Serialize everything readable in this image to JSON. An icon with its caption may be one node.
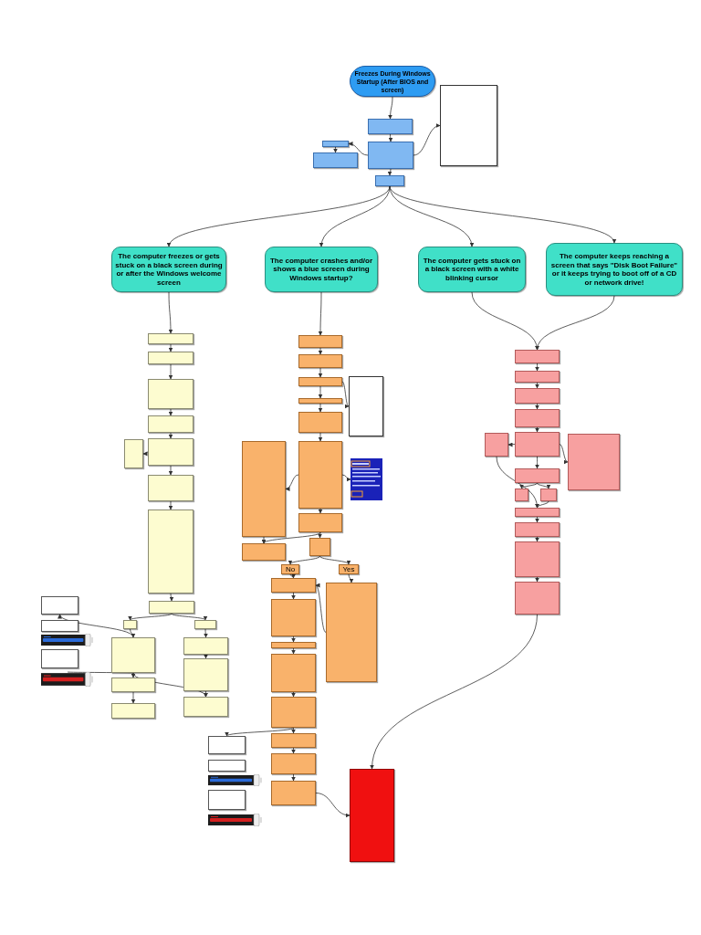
{
  "diagram": {
    "nodes": [
      {
        "text": [
          "Freezes During Windows Startup (After BIOS and screen)"
        ]
      },
      {
        "text": [],
        "shape": "box"
      },
      {
        "text": [],
        "shape": "box"
      },
      {
        "text": [],
        "shape": "box"
      },
      {
        "text": [],
        "shape": "box"
      },
      {
        "text": [],
        "shape": "box"
      },
      {
        "text": [],
        "shape": "box"
      },
      {
        "text": [
          "The computer freezes or gets stuck on a black screen during or after the Windows welcome screen"
        ]
      },
      {
        "text": [
          "The computer crashes and/or shows a blue screen during Windows startup?"
        ]
      },
      {
        "text": [
          "The computer gets stuck on a black screen with a white blinking cursor"
        ]
      },
      {
        "text": [
          "The computer keeps reaching a screen that says \"Disk Boot Failure\" or it keeps trying to boot off of a CD or network drive!"
        ]
      },
      {
        "text": [],
        "shape": "box"
      },
      {
        "text": [],
        "shape": "box"
      },
      {
        "text": [],
        "shape": "box"
      },
      {
        "text": [],
        "shape": "box"
      },
      {
        "text": [],
        "shape": "box"
      },
      {
        "text": [],
        "shape": "box"
      },
      {
        "text": [],
        "shape": "box"
      },
      {
        "text": [],
        "shape": "box"
      },
      {
        "text": [],
        "shape": "box"
      },
      {
        "text": [],
        "shape": "box"
      },
      {
        "text": [],
        "shape": "box"
      },
      {
        "text": [],
        "shape": "box"
      },
      {
        "text": [],
        "shape": "box"
      },
      {
        "text": [],
        "shape": "box"
      },
      {
        "text": [],
        "shape": "box"
      },
      {
        "text": [],
        "shape": "box"
      },
      {
        "text": [],
        "shape": "box"
      },
      {
        "text": [],
        "shape": "box"
      },
      {
        "text": [],
        "shape": "box"
      },
      {
        "text": [],
        "shape": "picture"
      },
      {
        "text": [],
        "shape": "box"
      },
      {
        "text": [],
        "shape": "picture"
      },
      {
        "text": [],
        "shape": "box"
      },
      {
        "text": [],
        "shape": "box"
      },
      {
        "text": [],
        "shape": "box"
      },
      {
        "text": [],
        "shape": "box"
      },
      {
        "text": [],
        "shape": "box"
      },
      {
        "text": [],
        "shape": "box"
      },
      {
        "text": [],
        "shape": "box"
      },
      {
        "text": [],
        "shape": "box"
      },
      {
        "text": [],
        "shape": "picture"
      },
      {
        "text": [],
        "shape": "box"
      },
      {
        "text": [],
        "shape": "box"
      },
      {
        "text": [],
        "shape": "box"
      },
      {
        "text": [
          "No"
        ]
      },
      {
        "text": [
          "Yes"
        ]
      },
      {
        "text": [],
        "shape": "box"
      },
      {
        "text": [],
        "shape": "box"
      },
      {
        "text": [],
        "shape": "box"
      },
      {
        "text": [],
        "shape": "box"
      },
      {
        "text": [],
        "shape": "box"
      },
      {
        "text": [],
        "shape": "box"
      },
      {
        "text": [],
        "shape": "box"
      },
      {
        "text": [],
        "shape": "box"
      },
      {
        "text": [],
        "shape": "box"
      },
      {
        "text": [],
        "shape": "box"
      },
      {
        "text": [],
        "shape": "box"
      },
      {
        "text": [],
        "shape": "picture"
      },
      {
        "text": [],
        "shape": "box"
      },
      {
        "text": [],
        "shape": "picture"
      },
      {
        "text": [],
        "shape": "box"
      },
      {
        "text": [],
        "shape": "box"
      },
      {
        "text": [],
        "shape": "box"
      },
      {
        "text": [],
        "shape": "box"
      },
      {
        "text": [],
        "shape": "box"
      },
      {
        "text": [],
        "shape": "box"
      },
      {
        "text": [],
        "shape": "box"
      },
      {
        "text": [],
        "shape": "box"
      },
      {
        "text": [],
        "shape": "box"
      },
      {
        "text": [],
        "shape": "box"
      },
      {
        "text": [],
        "shape": "box"
      },
      {
        "text": [],
        "shape": "box"
      },
      {
        "text": [],
        "shape": "box"
      },
      {
        "text": [],
        "shape": "box"
      },
      {
        "text": [],
        "shape": "box"
      }
    ],
    "edges": [
      {
        "from": 0,
        "to": 2,
        "arrow": "to"
      },
      {
        "from": 2,
        "to": 3,
        "arrow": "to"
      },
      {
        "from": 3,
        "to": 4,
        "arrow": "to"
      },
      {
        "from": 4,
        "to": 5,
        "arrow": "to"
      },
      {
        "from": 3,
        "to": 1,
        "arrow": "to"
      },
      {
        "from": 3,
        "to": 6,
        "arrow": "to"
      },
      {
        "from": 6,
        "to": 7,
        "arrow": "to"
      },
      {
        "from": 6,
        "to": 8,
        "arrow": "to"
      },
      {
        "from": 6,
        "to": 9,
        "arrow": "to"
      },
      {
        "from": 6,
        "to": 10,
        "arrow": "to"
      },
      {
        "from": 7,
        "to": 11,
        "arrow": "to"
      },
      {
        "from": 11,
        "to": 12,
        "arrow": "to"
      },
      {
        "from": 12,
        "to": 13,
        "arrow": "to"
      },
      {
        "from": 13,
        "to": 14,
        "arrow": "to"
      },
      {
        "from": 14,
        "to": 15,
        "arrow": "to"
      },
      {
        "from": 15,
        "to": 16,
        "arrow": "to"
      },
      {
        "from": 15,
        "to": 17,
        "arrow": "to"
      },
      {
        "from": 17,
        "to": 18,
        "arrow": "to"
      },
      {
        "from": 18,
        "to": 19,
        "arrow": "to"
      },
      {
        "from": 19,
        "to": 20,
        "arrow": "to"
      },
      {
        "from": 19,
        "to": 21,
        "arrow": "to"
      },
      {
        "from": 20,
        "to": 22,
        "arrow": "to"
      },
      {
        "from": 22,
        "to": 23,
        "arrow": "to"
      },
      {
        "from": 23,
        "to": 24,
        "arrow": "to"
      },
      {
        "from": 21,
        "to": 25,
        "arrow": "to"
      },
      {
        "from": 25,
        "to": 26,
        "arrow": "to"
      },
      {
        "from": 26,
        "to": 27,
        "arrow": "to"
      },
      {
        "from": 22,
        "to": 28,
        "arrow": "to"
      },
      {
        "from": 32,
        "to": 22,
        "arrow": "to"
      },
      {
        "from": 22,
        "to": 27,
        "arrow": "to"
      },
      {
        "from": 8,
        "to": 33,
        "arrow": "to"
      },
      {
        "from": 33,
        "to": 34,
        "arrow": "to"
      },
      {
        "from": 34,
        "to": 35,
        "arrow": "to"
      },
      {
        "from": 35,
        "to": 36,
        "arrow": "to"
      },
      {
        "from": 35,
        "to": 37,
        "arrow": "to"
      },
      {
        "from": 37,
        "to": 38,
        "arrow": "to"
      },
      {
        "from": 38,
        "to": 39,
        "arrow": "to"
      },
      {
        "from": 39,
        "to": 40,
        "arrow": "to"
      },
      {
        "from": 39,
        "to": 41,
        "arrow": "to"
      },
      {
        "from": 39,
        "to": 42,
        "arrow": "to"
      },
      {
        "from": 40,
        "to": 43,
        "arrow": "to"
      },
      {
        "from": 42,
        "to": 43,
        "arrow": "to"
      },
      {
        "from": 42,
        "to": 44,
        "arrow": "to"
      },
      {
        "from": 44,
        "to": 45,
        "arrow": "to"
      },
      {
        "from": 44,
        "to": 46,
        "arrow": "to"
      },
      {
        "from": 45,
        "to": 47,
        "arrow": "to"
      },
      {
        "from": 46,
        "to": 48,
        "arrow": "to"
      },
      {
        "from": 48,
        "to": 47,
        "arrow": "to"
      },
      {
        "from": 47,
        "to": 49,
        "arrow": "to"
      },
      {
        "from": 49,
        "to": 50,
        "arrow": "to"
      },
      {
        "from": 50,
        "to": 51,
        "arrow": "to"
      },
      {
        "from": 51,
        "to": 52,
        "arrow": "to"
      },
      {
        "from": 52,
        "to": 56,
        "arrow": "to"
      },
      {
        "from": 52,
        "to": 53,
        "arrow": "to"
      },
      {
        "from": 53,
        "to": 54,
        "arrow": "to"
      },
      {
        "from": 54,
        "to": 55,
        "arrow": "to"
      },
      {
        "from": 55,
        "to": 61,
        "arrow": "to"
      },
      {
        "from": 9,
        "to": 62,
        "arrow": "to"
      },
      {
        "from": 10,
        "to": 62,
        "arrow": "to"
      },
      {
        "from": 62,
        "to": 63,
        "arrow": "to"
      },
      {
        "from": 63,
        "to": 64,
        "arrow": "to"
      },
      {
        "from": 64,
        "to": 65,
        "arrow": "to"
      },
      {
        "from": 65,
        "to": 66,
        "arrow": "to"
      },
      {
        "from": 66,
        "to": 67,
        "arrow": "to"
      },
      {
        "from": 66,
        "to": 68,
        "arrow": "to"
      },
      {
        "from": 66,
        "to": 69,
        "arrow": "to"
      },
      {
        "from": 69,
        "to": 70,
        "arrow": "to"
      },
      {
        "from": 69,
        "to": 71,
        "arrow": "to"
      },
      {
        "from": 71,
        "to": 72,
        "arrow": "to"
      },
      {
        "from": 67,
        "to": 72,
        "arrow": "to"
      },
      {
        "from": 72,
        "to": 73,
        "arrow": "to"
      },
      {
        "from": 73,
        "to": 74,
        "arrow": "to"
      },
      {
        "from": 74,
        "to": 75,
        "arrow": "to"
      },
      {
        "from": 75,
        "to": 61,
        "arrow": "to"
      }
    ]
  }
}
